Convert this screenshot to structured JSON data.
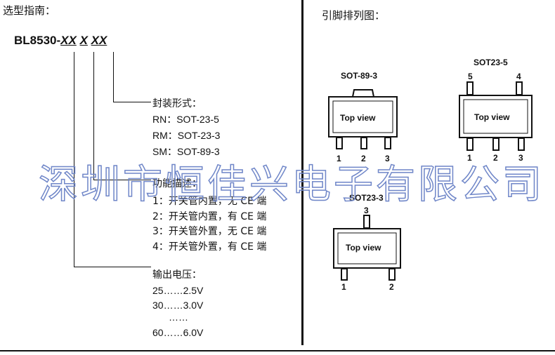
{
  "left": {
    "title": "选型指南：",
    "part": {
      "prefix": "BL8530-",
      "code1": "XX",
      "code2": "X",
      "code3": "XX"
    },
    "package": {
      "heading": "封装形式：",
      "items": [
        "RN：SOT-23-5",
        "RM：SOT-23-3",
        "SM：SOT-89-3"
      ]
    },
    "function": {
      "heading": "功能描述：",
      "items": [
        "1：开关管内置，无 CE 端",
        "2：开关管内置，有 CE 端",
        "3：开关管外置，无 CE 端",
        "4：开关管外置，有 CE 端"
      ]
    },
    "voltage": {
      "heading": "输出电压：",
      "items": [
        "25……2.5V",
        "30……3.0V",
        "……",
        "60……6.0V"
      ]
    }
  },
  "right": {
    "title": "引脚排列图：",
    "top_view": "Top view",
    "sot89": {
      "label": "SOT-89-3",
      "pins": [
        "1",
        "2",
        "3"
      ]
    },
    "sot235": {
      "label": "SOT23-5",
      "top_pins": [
        "5",
        "4"
      ],
      "bottom_pins": [
        "1",
        "2",
        "3"
      ]
    },
    "sot233": {
      "label": "SOT23-3",
      "top_pins": [
        "3"
      ],
      "bottom_pins": [
        "1",
        "2"
      ]
    }
  },
  "watermark": "深圳市恒佳兴电子有限公司"
}
